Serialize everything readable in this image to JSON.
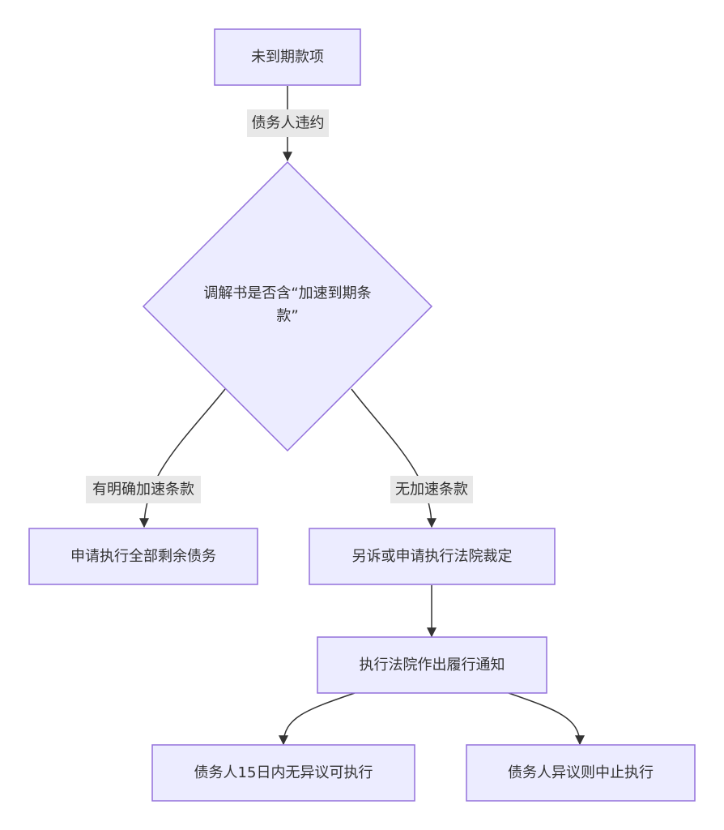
{
  "colors": {
    "node_fill": "#ECECFF",
    "node_stroke": "#9370DB",
    "edge": "#333333",
    "edge_label_bg": "#E8E8E8",
    "text": "#333333"
  },
  "nodes": {
    "start": {
      "label": "未到期款项"
    },
    "decision": {
      "label_line1": "调解书是否含“加速到期条",
      "label_line2": "款”"
    },
    "full_debt": {
      "label": "申请执行全部剩余债务"
    },
    "sue": {
      "label": "另诉或申请执行法院裁定"
    },
    "notice": {
      "label": "执行法院作出履行通知"
    },
    "no_objection": {
      "label": "债务人15日内无异议可执行"
    },
    "objection": {
      "label": "债务人异议则中止执行"
    }
  },
  "edges": {
    "default": {
      "label": "债务人违约"
    },
    "has_clause": {
      "label": "有明确加速条款"
    },
    "no_clause": {
      "label": "无加速条款"
    }
  }
}
